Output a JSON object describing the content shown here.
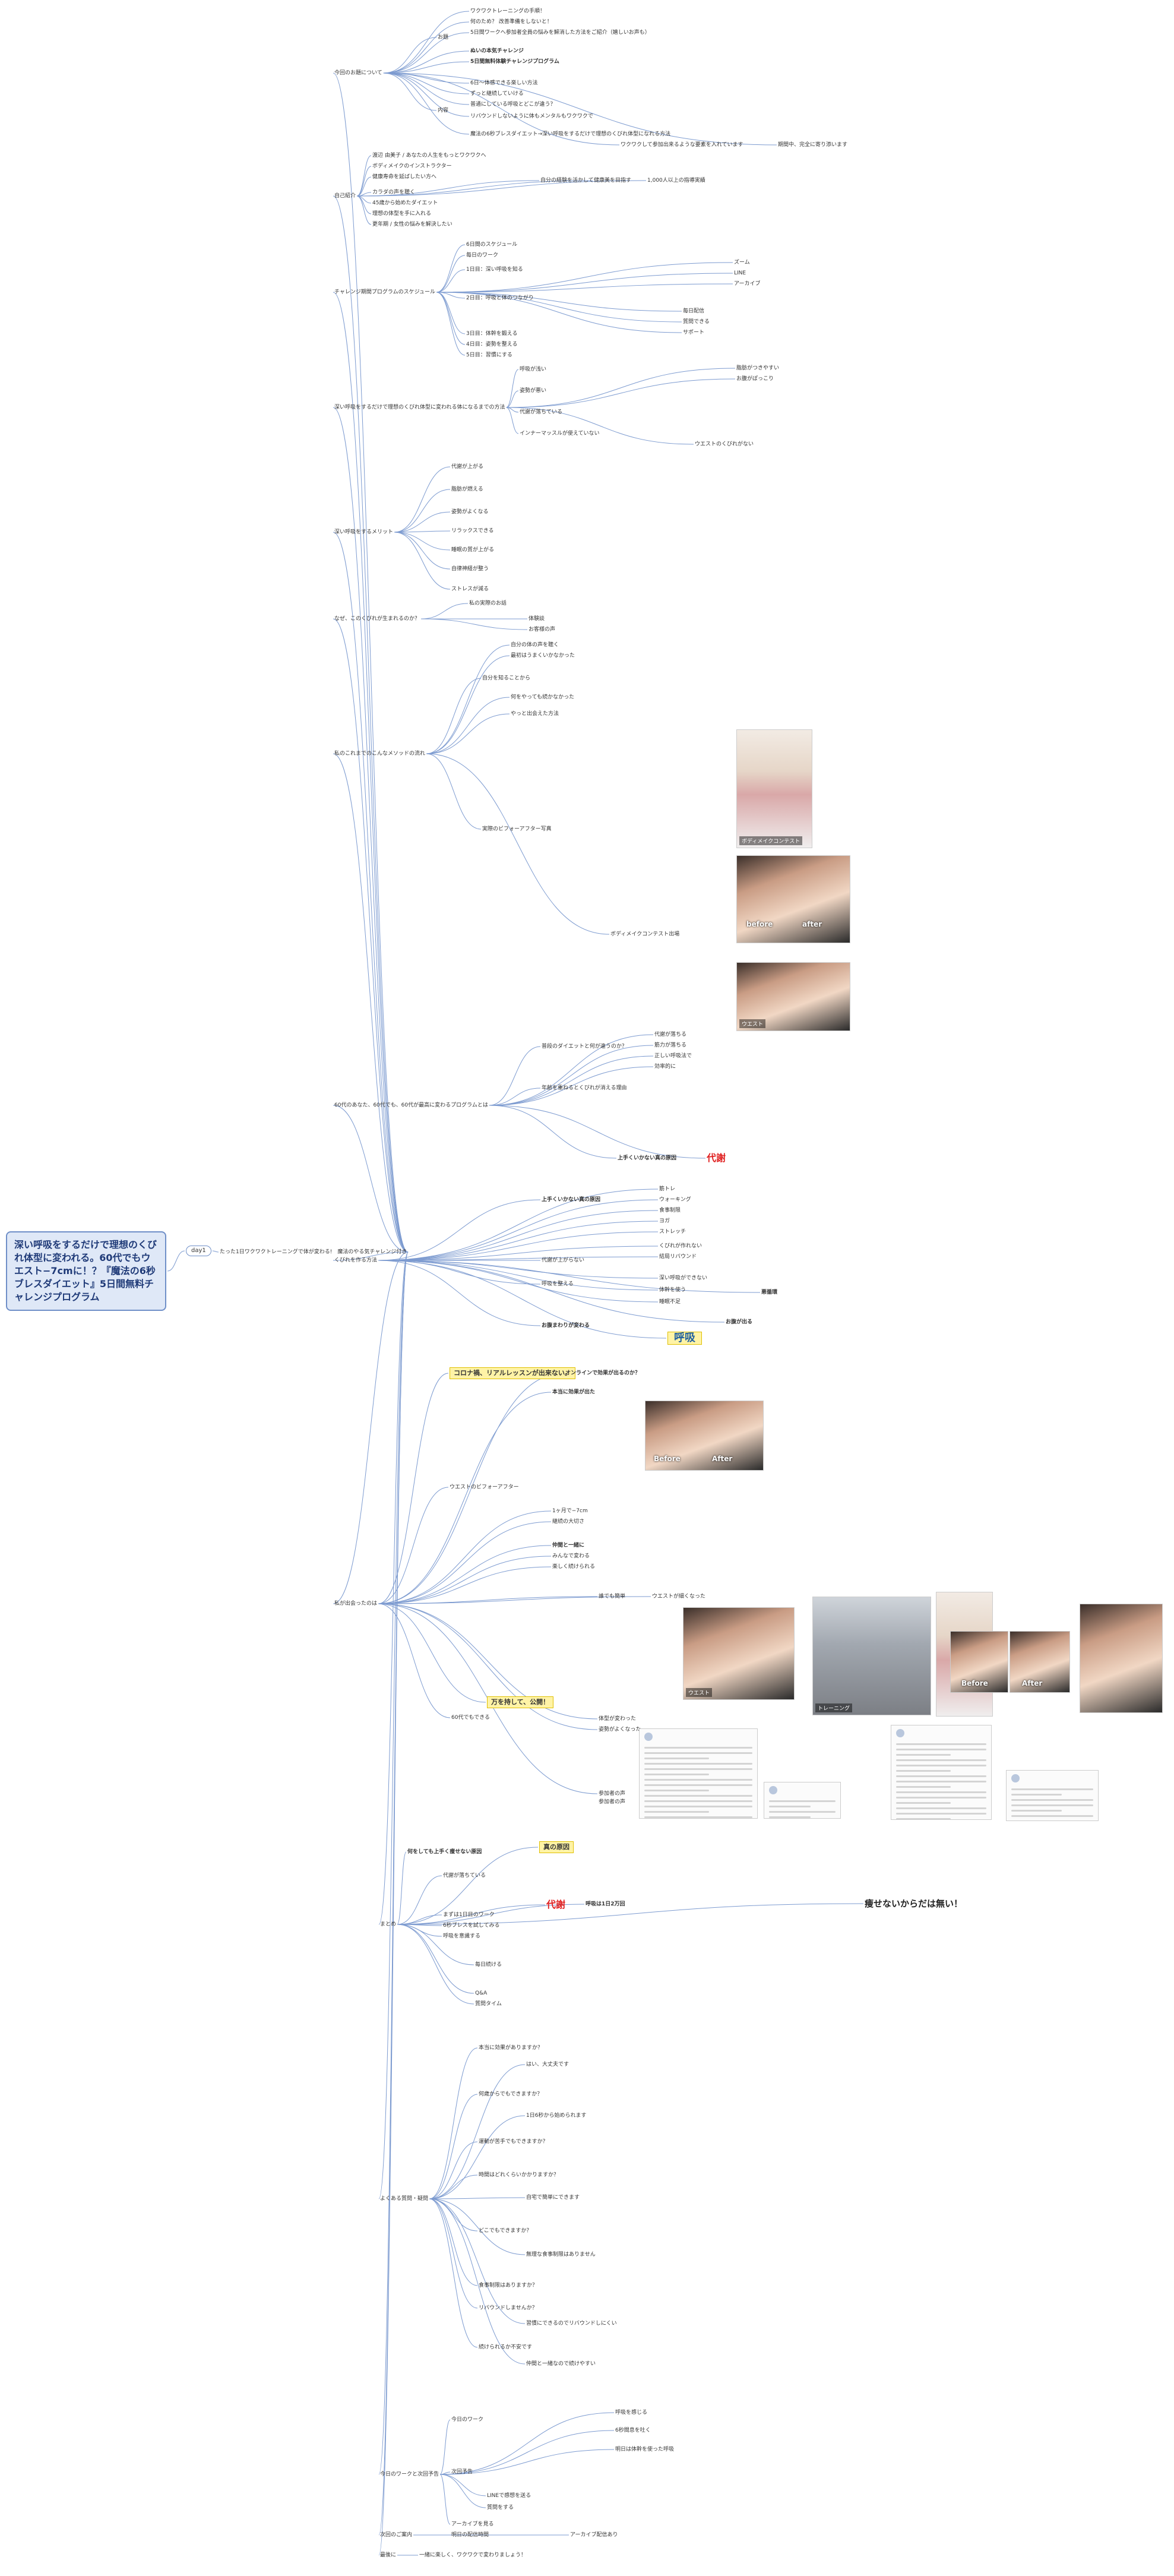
{
  "map_title": "深い呼吸をするだけで理想のくびれ体型に変われる。60代でもウエスト−7cmに！？『魔法の6秒ブレスダイエット』5日間無料チャレンジプログラム",
  "day_label": "day1",
  "day_sub": "たった1日ワクワクトレーニングで体が変わる!　魔法のやる気チャレンジ付き",
  "sections": {
    "s1": {
      "label": "今回のお題について",
      "a": "お題",
      "a1": "ワクワクトレーニングの手順！",
      "a2": "何のため？ 改善準備をしないと！",
      "a3": "5日間ワークへ参加者全員の悩みを解消した方法をご紹介（嬉しいお声も）",
      "a4": "ぬいの本気チャレンジ",
      "a5": "5日間無料体験チャレンジプログラム",
      "b": "内容",
      "b1": "6日〜体感できる楽しい方法",
      "b2": "ずっと継続していける",
      "b3": "普通にしている呼吸とどこが違う？",
      "b4": "リバウンドしないように体もメンタルもワクワクで",
      "b5": "魔法の6秒ブレスダイエット→深い呼吸をするだけで理想のくびれ体型になれる方法",
      "b6": "ワクワクして参加出来るような要素を入れています",
      "b7": "期間中、完全に寄り添います"
    },
    "s2": {
      "label": "自己紹介",
      "a1": "渡辺 由美子 / あなたの人生をもっとワクワクへ",
      "a2": "ボディメイクのインストラクター",
      "a3": "健康寿命を延ばしたい方へ",
      "a4": "カラダの声を聴く",
      "a5": "45歳から始めたダイエット",
      "a6": "理想の体型を手に入れる",
      "a7": "更年期 / 女性の悩みを解決したい",
      "b1": "自分の経験を活かして",
      "b2": "健康美を目指す",
      "b3": "1,000人以上の指導実績"
    },
    "s3": {
      "label": "チャレンジ期間プログラムのスケジュール",
      "a1": "6日間のスケジュール",
      "a2": "毎日のワーク",
      "a3": "1日目：深い呼吸を知る",
      "a4": "2日目：呼吸と体のつながり",
      "a5": "3日目：体幹を鍛える",
      "a6": "4日目：姿勢を整える",
      "a7": "5日目：習慣にする",
      "b1": "ズーム",
      "b2": "LINE",
      "b3": "アーカイブ",
      "b4": "毎日配信",
      "b5": "質問できる",
      "b6": "サポート"
    },
    "s4": {
      "label": "深い呼吸をするだけで理想のくびれ体型に変われる体になるまでの方法",
      "a1": "呼吸が浅い",
      "a2": "姿勢が悪い",
      "a3": "代謝が落ちている",
      "a4": "インナーマッスルが使えていない",
      "b1": "脂肪がつきやすい",
      "b2": "お腹がぽっこり",
      "b3": "ウエストのくびれがない"
    },
    "s5": {
      "label": "深い呼吸をするメリット",
      "a1": "代謝が上がる",
      "a2": "脂肪が燃える",
      "a3": "姿勢がよくなる",
      "a4": "リラックスできる",
      "a5": "睡眠の質が上がる",
      "a6": "自律神経が整う",
      "a7": "ストレスが減る"
    },
    "s6": {
      "label": "なぜ、このくびれが生まれるのか？",
      "a1": "私の実際のお話",
      "a2": "体験談",
      "a3": "お客様の声"
    },
    "s7": {
      "label": "私のこれまでのこんなメソッドの流れ",
      "a1": "自分を知ることから",
      "a2": "自分の体の声を聴く",
      "a3": "最初はうまくいかなかった",
      "a4": "何をやっても続かなかった",
      "a5": "やっと出会えた方法",
      "b1": "実際のビフォーアフター写真",
      "b2": "ボディメイクコンテスト出場"
    },
    "s8": {
      "label": "60代のあなた、60代でも、60代が最高に変わるプログラムとは",
      "a1": "普段のダイエットと何が違うのか？",
      "a2": "年齢を重ねるとくびれが消える理由",
      "a3": "代謝が落ちる",
      "a4": "筋力が落ちる",
      "a5": "正しい呼吸法で",
      "a6": "効率的に",
      "b1": "代謝",
      "b2": "上手くいかない真の原因"
    },
    "s9": {
      "label": "くびれを作る方法",
      "a1": "上手くいかない真の原因",
      "a2": "筋トレ",
      "a3": "ウォーキング",
      "a4": "食事制限",
      "a5": "ヨガ",
      "a6": "ストレッチ",
      "b1": "代謝が上がらない",
      "b2": "くびれが作れない",
      "b3": "結局リバウンド",
      "c1": "呼吸",
      "c2": "呼吸を整える",
      "c3": "深い呼吸ができない",
      "c4": "体幹を使う",
      "c5": "お腹まわりが変わる",
      "d1": "悪循環",
      "d2": "睡眠不足",
      "d3": "お腹が出る"
    },
    "s10": {
      "label": "私が出会ったのは",
      "a1": "コロナ禍、リアルレッスンが出来ない。",
      "a2": "オンラインで効果が出るのか？",
      "a3": "ウエストのビフォーアフター",
      "a4": "本当に効果が出た",
      "a5": "1ヶ月で−7cm",
      "a6": "継続の大切さ",
      "a7": "仲間と一緒に",
      "a8": "みんなで変わる",
      "a9": "楽しく続けられる",
      "b1": "万を持して、公開！",
      "b2": "60代でもできる",
      "b3": "誰でも簡単",
      "b4": "参加者の声",
      "b5": "体型が変わった",
      "b6": "ウエストが細くなった",
      "b7": "姿勢がよくなった",
      "c1": "Before",
      "c2": "After"
    },
    "s11": {
      "label": "まとめ",
      "a1": "何をしても上手く痩せない原因",
      "a2": "代謝が落ちている",
      "a3": "代謝",
      "a4": "呼吸は1日2万回",
      "a5": "痩せないからだは無い！",
      "a6": "真の原因",
      "b1": "まずは1日目のワーク",
      "b2": "6秒ブレスを試してみる",
      "b3": "呼吸を意識する",
      "b4": "毎日続ける",
      "c1": "Q&A",
      "c2": "質問タイム"
    },
    "s12": {
      "label": "よくある質問・疑問",
      "a1": "本当に効果がありますか？",
      "a2": "何歳からでもできますか？",
      "a3": "運動が苦手でもできますか？",
      "a4": "時間はどれくらいかかりますか？",
      "a5": "どこでもできますか？",
      "a6": "食事制限はありますか？",
      "a7": "リバウンドしませんか？",
      "a8": "続けられるか不安です",
      "b1": "はい、大丈夫です",
      "b2": "1日6秒から始められます",
      "b3": "自宅で簡単にできます",
      "b4": "無理な食事制限はありません",
      "b5": "習慣にできるのでリバウンドしにくい",
      "b6": "仲間と一緒なので続けやすい"
    },
    "s13": {
      "label": "今日のワークと次回予告",
      "a1": "今日のワーク",
      "a2": "呼吸を感じる",
      "a3": "6秒間息を吐く",
      "a4": "次回予告",
      "a5": "明日は体幹を使った呼吸",
      "b1": "LINEで感想を送る",
      "b2": "質問をする",
      "b3": "アーカイブを見る"
    },
    "s14": {
      "label": "次回のご案内",
      "a1": "明日の配信時間",
      "a2": "アーカイブ配信あり"
    },
    "s15": {
      "label": "最後に",
      "a1": "一緒に楽しく、ワクワクで変わりましょう！"
    }
  },
  "images": {
    "photo_person": "ボディメイクコンテスト",
    "photo_before": "before",
    "photo_after": "after",
    "photo_belly": "ウエスト",
    "photo_gym": "トレーニング",
    "post1": "参加者の声",
    "post2": "参加者の声",
    "post3": "参加者の声"
  },
  "colors": {
    "root_fill": "#dfe8f7",
    "root_border": "#6f8fc8",
    "link": "#7d9bd0",
    "highlight": "#fff3a6",
    "accent_red": "#e02020"
  }
}
